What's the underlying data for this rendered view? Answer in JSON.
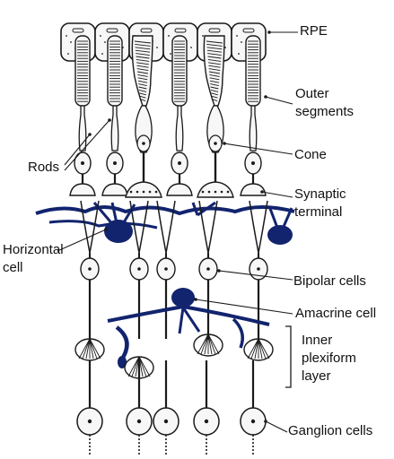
{
  "labels": {
    "rpe": "RPE",
    "outer_line1": "Outer",
    "outer_line2": "segments",
    "rods": "Rods",
    "cone": "Cone",
    "synaptic_line1": "Synaptic",
    "synaptic_line2": "terminal",
    "horizontal_line1": "Horizontal",
    "horizontal_line2": "cell",
    "bipolar": "Bipolar cells",
    "amacrine": "Amacrine cell",
    "ipl_line1": "Inner",
    "ipl_line2": "plexiform",
    "ipl_line3": "layer",
    "ganglion": "Ganglion cells"
  },
  "colors": {
    "ink": "#1a1a1a",
    "interneuron": "#12246e",
    "cell_fill": "#f7f7f7"
  }
}
